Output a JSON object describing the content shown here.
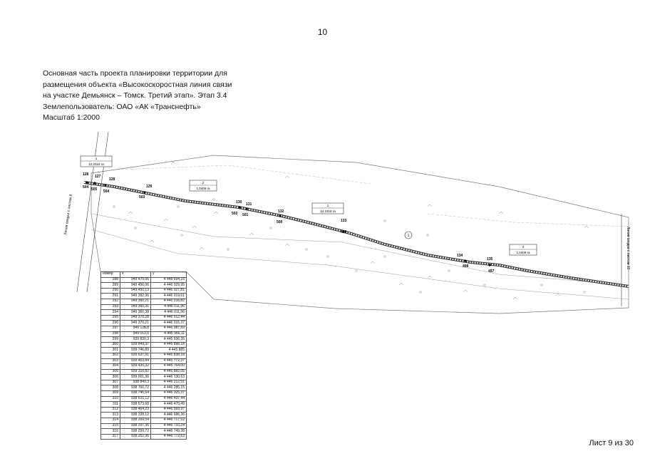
{
  "page": {
    "number": "10",
    "sheet": "Лист 9 из 30"
  },
  "title_lines": [
    "Основная часть проекта планировки территории для",
    "размещения объекта «Высокоскоростная линия связи",
    "на участке Демьянск – Томск. Третий этап». Этап 3.4",
    "Землепользователь: ОАО «АК «Транснефть»",
    "Масштаб 1:2000"
  ],
  "map": {
    "points_top": [
      "128",
      "127",
      "128",
      "129",
      "130",
      "131",
      "132",
      "133",
      "134",
      "135"
    ],
    "points_bottom": [
      "504",
      "505",
      "504",
      "503",
      "502",
      "501",
      "500",
      "499",
      "498",
      "497"
    ],
    "area_boxes": [
      {
        "id": "1",
        "area": "12,2318 га"
      },
      {
        "id": "2",
        "area": "1,0409 га"
      },
      {
        "id": "1",
        "area": "12,2318 га"
      },
      {
        "id": "3",
        "area": "1,0409 га"
      }
    ],
    "sheet_left": "Линия сводки с листом 8",
    "sheet_right": "Линия сводки с листом 10",
    "circle_label": "1"
  },
  "table": {
    "headers": [
      "номер",
      "x",
      "y"
    ],
    "rows": [
      [
        "288",
        "949 470,06",
        "4 448 694,16"
      ],
      [
        "289",
        "949 456,06",
        "4 446 029,95"
      ],
      [
        "290",
        "949 450,13",
        "4 446 027,81"
      ],
      [
        "291",
        "949 392,96",
        "4 446 019,61"
      ],
      [
        "292",
        "949 360,21",
        "4 446 016,82"
      ],
      [
        "293",
        "949 360,31",
        "4 446 011,96"
      ],
      [
        "294",
        "949 360,38",
        "4 446 011,96"
      ],
      [
        "295",
        "949 370,28",
        "4 446 012,44"
      ],
      [
        "296",
        "949 370,21",
        "4 446 015,37"
      ],
      [
        "297",
        "949 128,8",
        "4 446 087,69"
      ],
      [
        "298",
        "949 013,0",
        "4 445 966,11"
      ],
      [
        "299",
        "939 839,3",
        "4 445 936,35"
      ],
      [
        "300",
        "939 849,37",
        "4 445 898,18"
      ],
      [
        "301",
        "939 746,89",
        "4 445 885"
      ],
      [
        "302",
        "939 637,91",
        "4 445 838,18"
      ],
      [
        "303",
        "939 463,84",
        "4 445 772,37"
      ],
      [
        "304",
        "939 430,32",
        "4 445 764,00"
      ],
      [
        "305",
        "939 310,82",
        "4 445 882,05"
      ],
      [
        "306",
        "939 001,36",
        "4 446 130,63"
      ],
      [
        "307",
        "938 849,3",
        "4 446 212,51"
      ],
      [
        "308",
        "938 760,72",
        "4 446 285,15"
      ],
      [
        "309",
        "938 746,64",
        "4 446 325,37"
      ],
      [
        "310",
        "938 610,12",
        "4 446 437,44"
      ],
      [
        "311",
        "938 573,68",
        "4 446 470,49"
      ],
      [
        "312",
        "938 464,23",
        "4 446 569,97"
      ],
      [
        "313",
        "938 328,12",
        "4 446 686,36"
      ],
      [
        "314",
        "938 269,54",
        "4 446 717,52"
      ],
      [
        "315",
        "938 297,36",
        "4 446 733,24"
      ],
      [
        "316",
        "938 259,72",
        "4 446 749,38"
      ],
      [
        "317",
        "938 252,36",
        "4 446 772,63"
      ]
    ]
  }
}
